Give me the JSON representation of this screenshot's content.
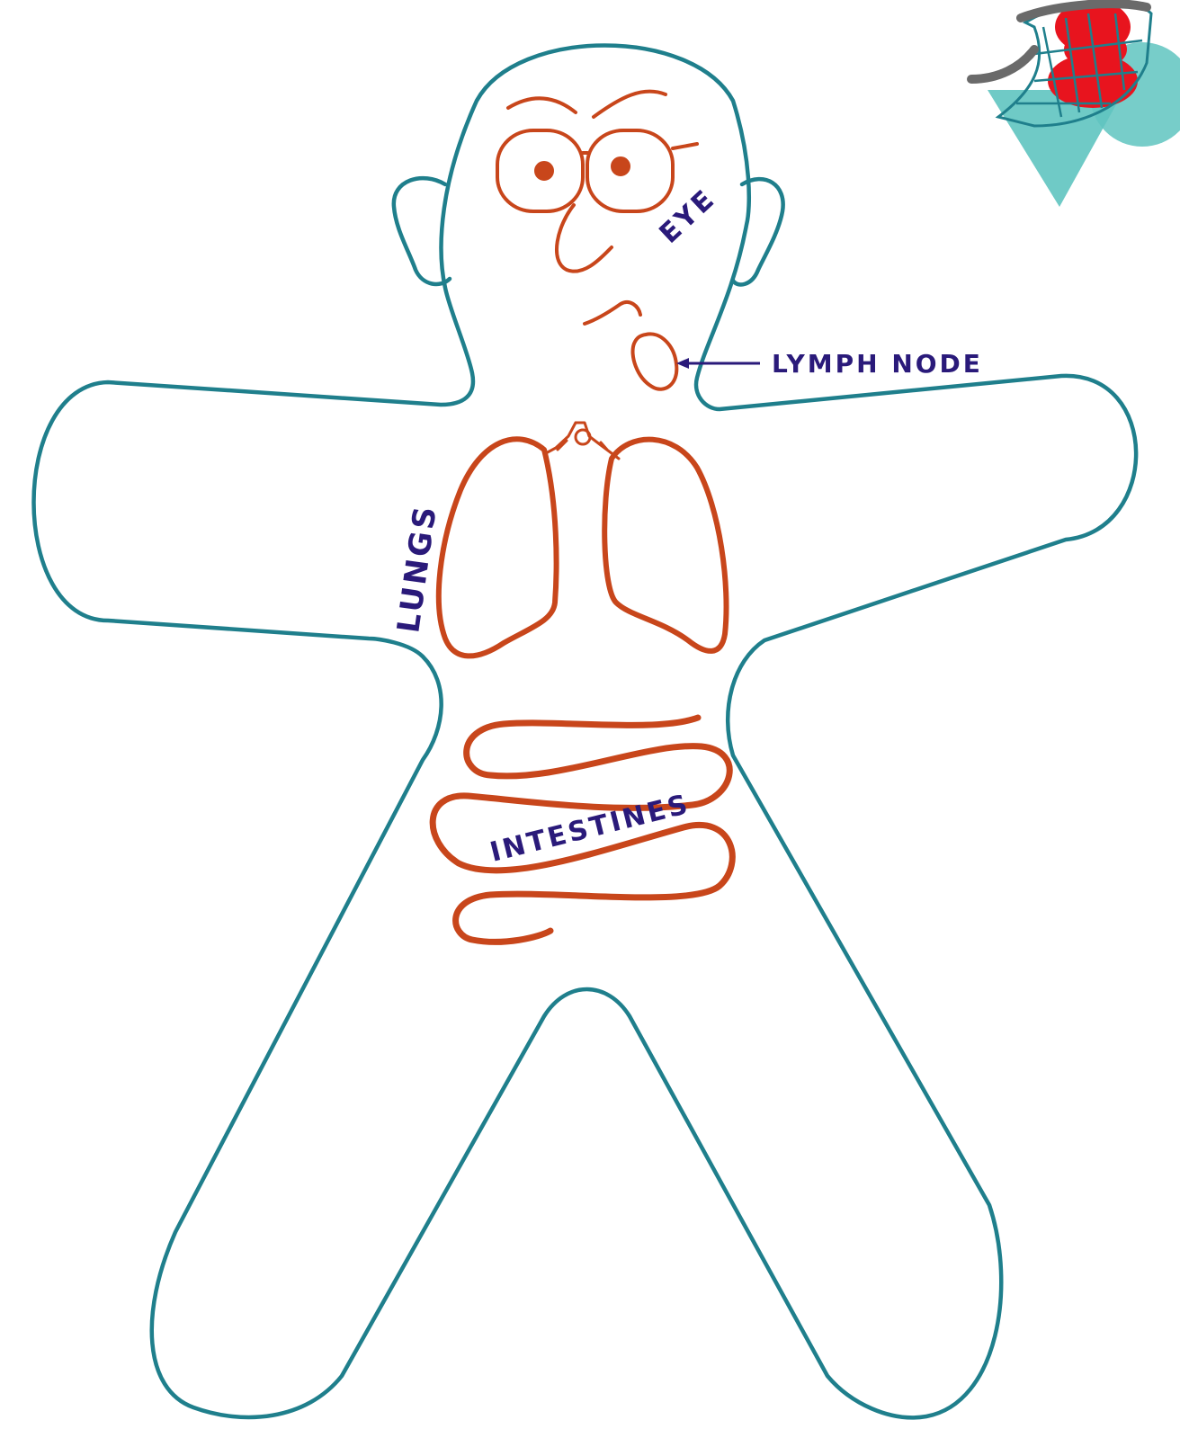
{
  "labels": {
    "eye": "EYE",
    "lymph_node": "LYMPH NODE",
    "lungs": "LUNGS",
    "intestines": "INTESTINES"
  },
  "colors": {
    "body_outline": "#1f7f8c",
    "organ_stroke": "#c8461b",
    "label_text": "#2a1a7a",
    "logo_red": "#e8141e",
    "logo_teal": "#5fc4c0",
    "logo_gray": "#6a6a6a"
  },
  "icons": {
    "logo": "net-capturing-red-cells-icon"
  }
}
